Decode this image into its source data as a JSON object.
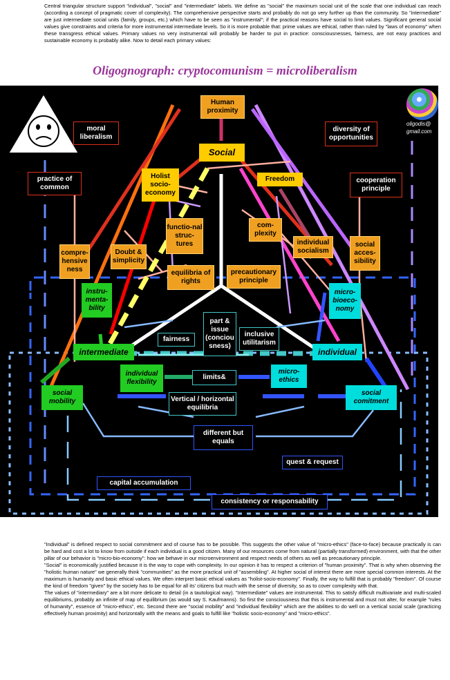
{
  "intro": "Central triangular structure support \"individual\", \"social\" and \"intermediate\" labels. We define as \"social\" the maximum social unit of the scale that one individual can reach (according a concept of pragmatic cover of complexity). The comprehensive perspective starts and probably do not go very further up than the community. So \"intermediate\" are just intermediate social units (family, groups, etc.) which have to be seen as \"instrumental\"; if the practical reasons have social to limit values. Significant general social values give constraints and criteria for more instrumental intermediate levels. So it is more probable that: prime values are ethical, rather than ruled by \"laws of economy\" when these transgress ethical values. Primary values no very instrumental will probably be harder to put in practice: consciousnesses, fairness, are not easy practices and sustainable economy is probably alike. Now to detail each primary values:",
  "title": "Oligognograph: cryptocomunism = microliberalism",
  "diagram": {
    "email": "oligodis@ gmail.com",
    "icons": [
      "sad-face-triangle-icon",
      "earth-globe-icon"
    ],
    "colors": {
      "background": "#000000",
      "red": "#e0301e",
      "orange": "#f0a020",
      "yellow": "#ffcc00",
      "green": "#22cc22",
      "cyan": "#00dddd",
      "blue": "#3355ff",
      "violet": "#cc88ff"
    },
    "labels": {
      "human_proximity": "Human proximity",
      "social": "Social",
      "freedom": "Freedom",
      "holist": "Holist socio-economy",
      "moral_liberalism": "moral liberalism",
      "diversity": "diversity of opportunities",
      "practice_common": "practice of common",
      "cooperation": "cooperation principle",
      "functional": "functio-nal struc-tures",
      "complexity": "com-plexity",
      "individual_socialism": "individual socialism",
      "social_accessibility": "social acces-sibility",
      "comprehensiveness": "compre-hensive ness",
      "doubt": "Doubt & simplicity",
      "equilibria_rights": "equilibria of rights",
      "precautionary": "precautionary principle",
      "instrumentability": "instru-menta-bility",
      "microbioeconomy": "micro-bioeco-nomy",
      "part_issue": "part & issue (conciou sness)",
      "inclusive": "inclusive utilitarism",
      "fairness": "fairness",
      "intermediate": "intermediate",
      "individual": "individual",
      "individual_flexibility": "individual flexibility",
      "limits": "limits&",
      "micro_ethics": "micro-ethics",
      "social_mobility": "social mobility",
      "social_commitment": "social comitment",
      "vertical_horizontal": "Vertical / horizontal equilibria",
      "different_equals": "different but equals",
      "quest_request": "quest & request",
      "capital": "capital accumulation",
      "consistency": "consistency or responsability"
    }
  },
  "outro": [
    "\"Individual\" is defined respect to social commitment and of course has to be possible. This suggests the other value of \"micro-ethics\" (face-to-face) because practically is can be hard and cost a lot to know from outside if each individual is a good citizen. Many of our resources come from natural (partially transformed) environment, with that the other pillar of our behavior is \"micro-bio-economy\": how we behave in our microenvironment and respect needs of others as well as precautionary principle.",
    "\"Social\" is economically justified because it is the way to cope with complexity. In our opinion it has to respect a criterion of \"human proximity\". That is why when observing the \"holistic human nature\" we generally think \"communities\" as the more practical unit of \"assembling\". At higher social of interest there are more special common interests. At the maximum is humanity and basic ethical values. We often interpret basic ethical values as \"holist-socio-economy\". Finally, the way to fulfill that is probably \"freedom\". Of course the kind of freedom \"given\" by the society has to be equal for all its' citizens but much with the sense of diversity, so as to cover complexity with that.",
    "The values of \"intermediary\" are a bit more delicate to detail (in a tautological way). \"Intermediate\" values are instrumental. This to satisfy difficult multivariate and multi-scaled equilibriums, probably an infinite of map of equilibrium (as would say S. Kaufmanns). So first the consciousness that this is instrumental and must not alter, for example \"rules of humanity\", essence of \"micro-ethics\", etc. Second there are \"social mobility\" and \"individual flexibility\" which are the abilities to do well on a vertical social scale (practicing effectively human proximity) and horizontally with the means and goals to fulfill like \"holistic socio-economy\" and \"micro-ethics\"."
  ]
}
